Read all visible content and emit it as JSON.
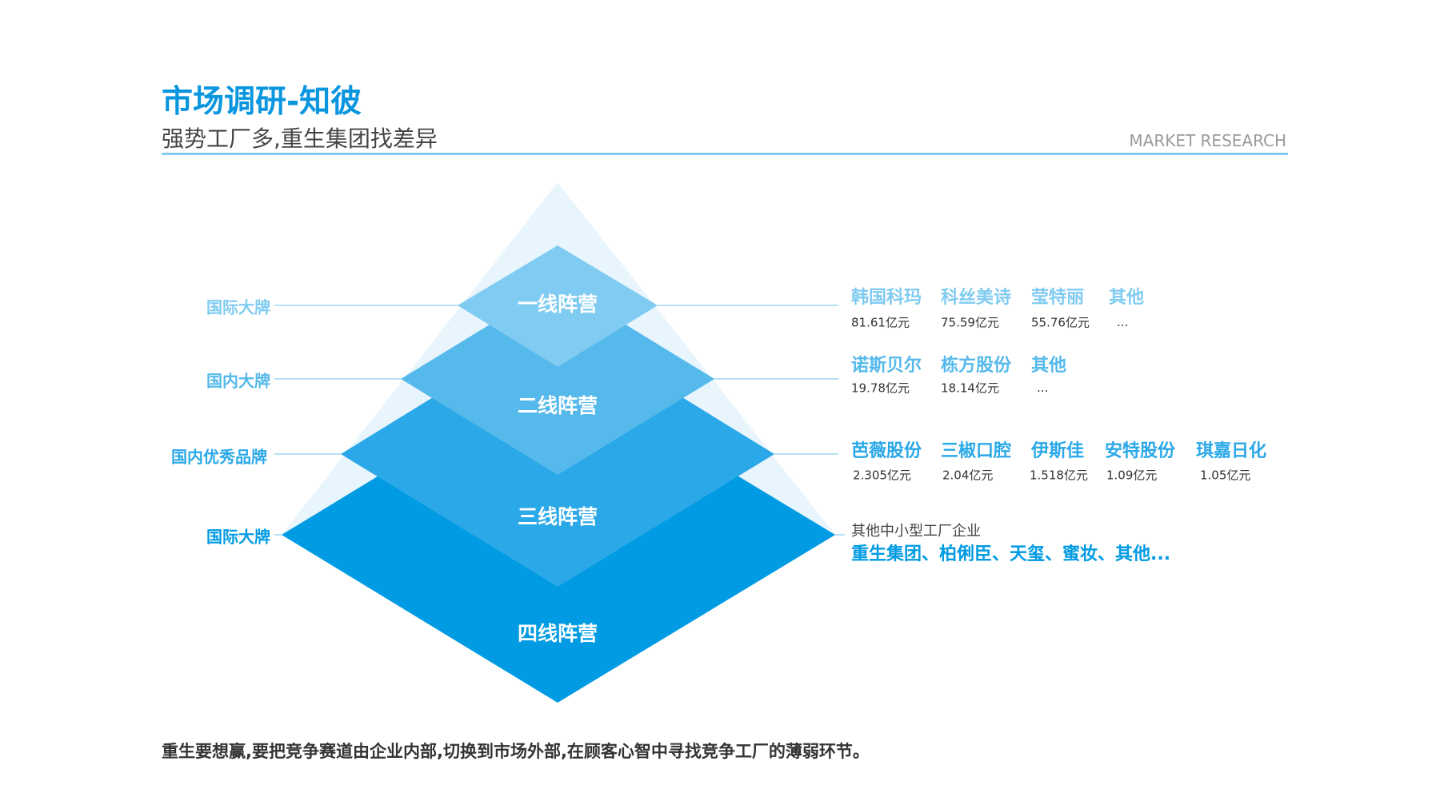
{
  "header": {
    "title": "市场调研-知彼",
    "subtitle": "强势工厂多,重生集团找差异",
    "english": "MARKET RESEARCH"
  },
  "colors": {
    "accent": "#0a96df",
    "tier1": "#7fcbf1",
    "tier2": "#55b9eb",
    "tier3": "#2aa8e7",
    "tier4": "#009be3",
    "outer": "#e9f5fd"
  },
  "tiers": [
    {
      "label": "一线阵营",
      "category": "国际大牌"
    },
    {
      "label": "二线阵营",
      "category": "国内大牌"
    },
    {
      "label": "三线阵营",
      "category": "国内优秀品牌"
    },
    {
      "label": "四线阵营",
      "category": "国际大牌"
    }
  ],
  "row1": [
    {
      "name": "韩国科玛",
      "value": "81.61亿元"
    },
    {
      "name": "科丝美诗",
      "value": "75.59亿元"
    },
    {
      "name": "莹特丽",
      "value": "55.76亿元"
    },
    {
      "name": "其他",
      "value": "..."
    }
  ],
  "row2": [
    {
      "name": "诺斯贝尔",
      "value": "19.78亿元"
    },
    {
      "name": "栋方股份",
      "value": "18.14亿元"
    },
    {
      "name": "其他",
      "value": "..."
    }
  ],
  "row3": [
    {
      "name": "芭薇股份",
      "value": "2.305亿元"
    },
    {
      "name": "三椒口腔",
      "value": "2.04亿元"
    },
    {
      "name": "伊斯佳",
      "value": "1.518亿元"
    },
    {
      "name": "安特股份",
      "value": "1.09亿元"
    },
    {
      "name": "琪嘉日化",
      "value": "1.05亿元"
    }
  ],
  "row4": {
    "caption": "其他中小型工厂企业",
    "names": "重生集团、柏俐臣、天玺、蜜妆、其他..."
  },
  "footer": "重生要想赢,要把竞争赛道由企业内部,切换到市场外部,在顾客心智中寻找竞争工厂的薄弱环节。"
}
